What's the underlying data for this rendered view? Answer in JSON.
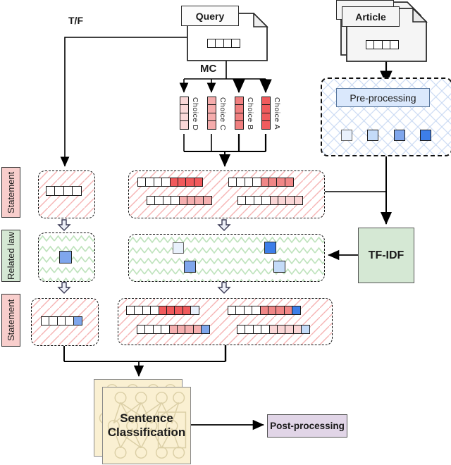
{
  "diagram": {
    "tf_label": "T/F",
    "mc_label": "MC",
    "query_title": "Query",
    "article_title": "Article",
    "preprocessing_label": "Pre-processing",
    "tfidf_label": "TF-IDF",
    "sc_line1": "Sentence",
    "sc_line2": "Classification",
    "postprocessing_label": "Post-processing",
    "row_labels": {
      "statement_top": "Statement",
      "related_law": "Related law",
      "statement_bottom": "Statement"
    },
    "choices": [
      {
        "label": "Choice D",
        "cells": [
          "#FAD8D8",
          "#FAD8D8",
          "#FAD8D8",
          "#FAD8D8"
        ]
      },
      {
        "label": "Choice C",
        "cells": [
          "#F5ACAC",
          "#F5ACAC",
          "#F5ACAC",
          "#F5ACAC"
        ]
      },
      {
        "label": "Choice B",
        "cells": [
          "#F07F7F",
          "#F07F7F",
          "#F07F7F",
          "#F07F7F"
        ]
      },
      {
        "label": "Choice A",
        "cells": [
          "#EF5B5D",
          "#EF5B5D",
          "#EF5B5D",
          "#EF5B5D"
        ]
      }
    ]
  },
  "palette": {
    "red_strong": "#F15A5C",
    "red_medium": "#F08787",
    "red_light": "#F5AFAF",
    "red_xlight": "#FAD6D6",
    "blue_strong": "#3D7EE8",
    "blue_medium": "#7FA6EC",
    "blue_light": "#C4DBF8",
    "blue_xlight": "#E9F1FC",
    "green_fill": "#D5E8D4",
    "pink_fill": "#F8CECC",
    "blue_fill": "#DAE8FC",
    "purple_fill": "#E1D5E7",
    "beige_fill": "#FAF0D2"
  },
  "vectors": {
    "query": [
      "#FFFFFF",
      "#FFFFFF",
      "#FFFFFF",
      "#FFFFFF"
    ],
    "article": [
      "#FFFFFF",
      "#FFFFFF",
      "#FFFFFF",
      "#FFFFFF"
    ],
    "prep_squares": [
      "#E9F1FC",
      "#C4DBF8",
      "#7FA6EC",
      "#3D7EE8"
    ],
    "statement_top": [
      "#FFFFFF",
      "#FFFFFF",
      "#FFFFFF",
      "#FFFFFF"
    ],
    "row1_tl": [
      "#FFFFFF",
      "#FFFFFF",
      "#FFFFFF",
      "#FFFFFF",
      "#F15A5C",
      "#F15A5C",
      "#F15A5C",
      "#F15A5C"
    ],
    "row1_tr": [
      "#FFFFFF",
      "#FFFFFF",
      "#FFFFFF",
      "#FFFFFF",
      "#F08787",
      "#F08787",
      "#F08787",
      "#F08787"
    ],
    "row1_bl": [
      "#FFFFFF",
      "#FFFFFF",
      "#FFFFFF",
      "#FFFFFF",
      "#F5AFAF",
      "#F5AFAF",
      "#F5AFAF",
      "#F5AFAF"
    ],
    "row1_br": [
      "#FFFFFF",
      "#FFFFFF",
      "#FFFFFF",
      "#FFFFFF",
      "#FAD6D6",
      "#FAD6D6",
      "#FAD6D6",
      "#FAD6D6"
    ],
    "law_left": "#7FA6EC",
    "law_mid": [
      "#E9F1FC",
      "#7FA6EC",
      "#3D7EE8",
      "#C4DBF8"
    ],
    "statement_bottom": [
      "#FFFFFF",
      "#FFFFFF",
      "#FFFFFF",
      "#FFFFFF",
      "#7FA6EC"
    ],
    "row3_tl": [
      "#FFFFFF",
      "#FFFFFF",
      "#FFFFFF",
      "#FFFFFF",
      "#F15A5C",
      "#F15A5C",
      "#F15A5C",
      "#F15A5C",
      "#E9F1FC"
    ],
    "row3_tr": [
      "#FFFFFF",
      "#FFFFFF",
      "#FFFFFF",
      "#FFFFFF",
      "#F08787",
      "#F08787",
      "#F08787",
      "#F08787",
      "#3D7EE8"
    ],
    "row3_bl": [
      "#FFFFFF",
      "#FFFFFF",
      "#FFFFFF",
      "#FFFFFF",
      "#F5AFAF",
      "#F5AFAF",
      "#F5AFAF",
      "#F5AFAF",
      "#7FA6EC"
    ],
    "row3_br": [
      "#FFFFFF",
      "#FFFFFF",
      "#FFFFFF",
      "#FFFFFF",
      "#FAD6D6",
      "#FAD6D6",
      "#FAD6D6",
      "#FAD6D6",
      "#C4DBF8"
    ]
  }
}
